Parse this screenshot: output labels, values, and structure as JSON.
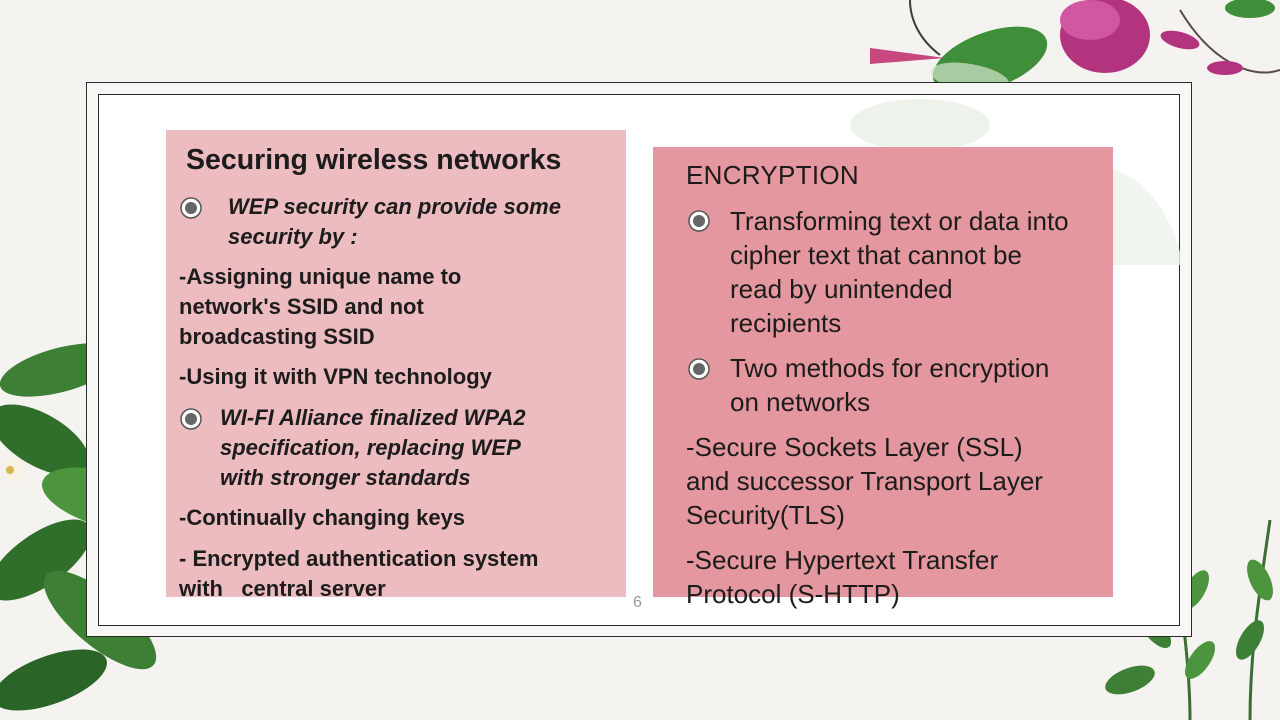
{
  "slide": {
    "page_number": "6",
    "left": {
      "title": "Securing wireless networks",
      "bullet1_line1": "WEP security can provide some",
      "bullet1_line2": "security by :",
      "item1_line1": "-Assigning unique name to",
      "item1_line2": "network's SSID and not",
      "item1_line3": "broadcasting SSID",
      "item2": "-Using it with VPN technology",
      "bullet2_line1": "WI-FI Alliance finalized WPA2",
      "bullet2_line2": "specification, replacing WEP",
      "bullet2_line3": "with stronger standards",
      "item3": "-Continually changing keys",
      "item4_line1": "- Encrypted authentication system",
      "item4_line2": "with   central server"
    },
    "right": {
      "title": "ENCRYPTION",
      "bullet1_line1": "Transforming text or data into",
      "bullet1_line2": "cipher text that cannot be",
      "bullet1_line3": "read by unintended",
      "bullet1_line4": "recipients",
      "bullet2_line1": "Two methods for encryption",
      "bullet2_line2": "on networks",
      "item1_line1": "-Secure Sockets Layer (SSL)",
      "item1_line2": "and successor Transport Layer",
      "item1_line3": "Security(TLS)",
      "item2_line1": "-Secure Hypertext Transfer",
      "item2_line2": "Protocol (S-HTTP)"
    }
  },
  "colors": {
    "left_panel": "#edbcc0",
    "right_panel": "#e4979e",
    "text": "#1c1c1c"
  },
  "decorations": [
    "flower-icon",
    "leaf-icon"
  ]
}
